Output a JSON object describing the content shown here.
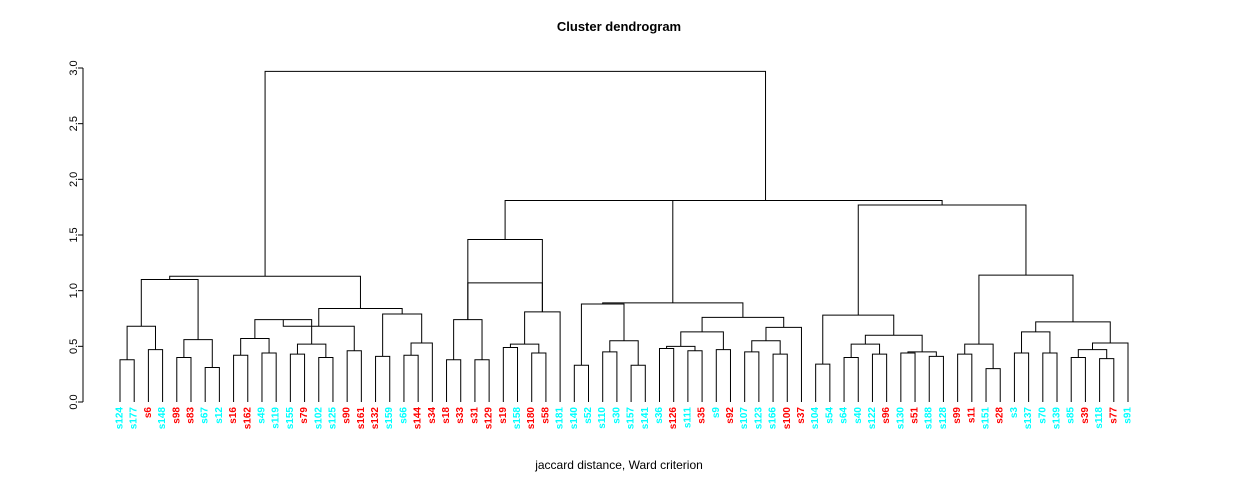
{
  "chart_data": {
    "type": "tree",
    "title": "Cluster dendrogram",
    "xlabel": "jaccard distance, Ward criterion",
    "ylabel": "",
    "ylim": [
      0,
      3.0
    ],
    "yticks": [
      0.0,
      0.5,
      1.0,
      1.5,
      2.0,
      2.5,
      3.0
    ],
    "ytick_labels": [
      "0.0",
      "0.5",
      "1.0",
      "1.5",
      "2.0",
      "2.5",
      "3.0"
    ],
    "grid": false,
    "legend": null,
    "label_colors": {
      "group_a": "#00FFFF",
      "group_b": "#FF0000"
    },
    "leaves": [
      {
        "label": "s124",
        "color": "#00FFFF"
      },
      {
        "label": "s177",
        "color": "#00FFFF"
      },
      {
        "label": "s6",
        "color": "#FF0000"
      },
      {
        "label": "s148",
        "color": "#00FFFF"
      },
      {
        "label": "s98",
        "color": "#FF0000"
      },
      {
        "label": "s83",
        "color": "#FF0000"
      },
      {
        "label": "s67",
        "color": "#00FFFF"
      },
      {
        "label": "s12",
        "color": "#00FFFF"
      },
      {
        "label": "s16",
        "color": "#FF0000"
      },
      {
        "label": "s162",
        "color": "#FF0000"
      },
      {
        "label": "s49",
        "color": "#00FFFF"
      },
      {
        "label": "s119",
        "color": "#00FFFF"
      },
      {
        "label": "s155",
        "color": "#00FFFF"
      },
      {
        "label": "s79",
        "color": "#FF0000"
      },
      {
        "label": "s102",
        "color": "#00FFFF"
      },
      {
        "label": "s125",
        "color": "#00FFFF"
      },
      {
        "label": "s90",
        "color": "#FF0000"
      },
      {
        "label": "s161",
        "color": "#FF0000"
      },
      {
        "label": "s132",
        "color": "#FF0000"
      },
      {
        "label": "s159",
        "color": "#00FFFF"
      },
      {
        "label": "s66",
        "color": "#00FFFF"
      },
      {
        "label": "s144",
        "color": "#FF0000"
      },
      {
        "label": "s34",
        "color": "#FF0000"
      },
      {
        "label": "s18",
        "color": "#FF0000"
      },
      {
        "label": "s33",
        "color": "#FF0000"
      },
      {
        "label": "s31",
        "color": "#FF0000"
      },
      {
        "label": "s129",
        "color": "#FF0000"
      },
      {
        "label": "s19",
        "color": "#FF0000"
      },
      {
        "label": "s158",
        "color": "#00FFFF"
      },
      {
        "label": "s180",
        "color": "#FF0000"
      },
      {
        "label": "s58",
        "color": "#FF0000"
      },
      {
        "label": "s181",
        "color": "#00FFFF"
      },
      {
        "label": "s140",
        "color": "#00FFFF"
      },
      {
        "label": "s52",
        "color": "#00FFFF"
      },
      {
        "label": "s110",
        "color": "#00FFFF"
      },
      {
        "label": "s30",
        "color": "#00FFFF"
      },
      {
        "label": "s157",
        "color": "#00FFFF"
      },
      {
        "label": "s141",
        "color": "#00FFFF"
      },
      {
        "label": "s36",
        "color": "#00FFFF"
      },
      {
        "label": "s126",
        "color": "#FF0000"
      },
      {
        "label": "s111",
        "color": "#00FFFF"
      },
      {
        "label": "s35",
        "color": "#FF0000"
      },
      {
        "label": "s9",
        "color": "#00FFFF"
      },
      {
        "label": "s92",
        "color": "#FF0000"
      },
      {
        "label": "s107",
        "color": "#00FFFF"
      },
      {
        "label": "s123",
        "color": "#00FFFF"
      },
      {
        "label": "s166",
        "color": "#00FFFF"
      },
      {
        "label": "s100",
        "color": "#FF0000"
      },
      {
        "label": "s37",
        "color": "#FF0000"
      },
      {
        "label": "s104",
        "color": "#00FFFF"
      },
      {
        "label": "s54",
        "color": "#00FFFF"
      },
      {
        "label": "s64",
        "color": "#00FFFF"
      },
      {
        "label": "s40",
        "color": "#00FFFF"
      },
      {
        "label": "s122",
        "color": "#00FFFF"
      },
      {
        "label": "s96",
        "color": "#FF0000"
      },
      {
        "label": "s130",
        "color": "#00FFFF"
      },
      {
        "label": "s51",
        "color": "#FF0000"
      },
      {
        "label": "s188",
        "color": "#00FFFF"
      },
      {
        "label": "s128",
        "color": "#00FFFF"
      },
      {
        "label": "s99",
        "color": "#FF0000"
      },
      {
        "label": "s11",
        "color": "#FF0000"
      },
      {
        "label": "s151",
        "color": "#00FFFF"
      },
      {
        "label": "s28",
        "color": "#FF0000"
      },
      {
        "label": "s3",
        "color": "#00FFFF"
      },
      {
        "label": "s137",
        "color": "#00FFFF"
      },
      {
        "label": "s70",
        "color": "#00FFFF"
      },
      {
        "label": "s139",
        "color": "#00FFFF"
      },
      {
        "label": "s85",
        "color": "#00FFFF"
      },
      {
        "label": "s39",
        "color": "#FF0000"
      },
      {
        "label": "s118",
        "color": "#00FFFF"
      },
      {
        "label": "s77",
        "color": "#FF0000"
      },
      {
        "label": "s91",
        "color": "#00FFFF"
      }
    ],
    "merges": [
      {
        "id": "m1",
        "left": {
          "leaf": 0
        },
        "right": {
          "leaf": 1
        },
        "height": 0.38
      },
      {
        "id": "m2",
        "left": {
          "leaf": 2
        },
        "right": {
          "leaf": 3
        },
        "height": 0.47
      },
      {
        "id": "m3",
        "left": {
          "node": "m1"
        },
        "right": {
          "node": "m2"
        },
        "height": 0.68
      },
      {
        "id": "m4",
        "left": {
          "leaf": 4
        },
        "right": {
          "leaf": 5
        },
        "height": 0.4
      },
      {
        "id": "m5",
        "left": {
          "leaf": 6
        },
        "right": {
          "leaf": 7
        },
        "height": 0.31
      },
      {
        "id": "m6",
        "left": {
          "node": "m4"
        },
        "right": {
          "node": "m5"
        },
        "height": 0.56
      },
      {
        "id": "m7",
        "left": {
          "node": "m3"
        },
        "right": {
          "node": "m6"
        },
        "height": 1.1
      },
      {
        "id": "m8",
        "left": {
          "leaf": 8
        },
        "right": {
          "leaf": 9
        },
        "height": 0.42
      },
      {
        "id": "m9",
        "left": {
          "leaf": 10
        },
        "right": {
          "leaf": 11
        },
        "height": 0.44
      },
      {
        "id": "m10",
        "left": {
          "node": "m8"
        },
        "right": {
          "node": "m9"
        },
        "height": 0.57
      },
      {
        "id": "m11",
        "left": {
          "leaf": 12
        },
        "right": {
          "leaf": 13
        },
        "height": 0.43
      },
      {
        "id": "m12",
        "left": {
          "leaf": 14
        },
        "right": {
          "leaf": 15
        },
        "height": 0.4
      },
      {
        "id": "m13",
        "left": {
          "node": "m11"
        },
        "right": {
          "node": "m12"
        },
        "height": 0.52
      },
      {
        "id": "m14",
        "left": {
          "node": "m10"
        },
        "right": {
          "node": "m13"
        },
        "height": 0.74
      },
      {
        "id": "m15",
        "left": {
          "leaf": 16
        },
        "right": {
          "leaf": 17
        },
        "height": 0.46
      },
      {
        "id": "m16",
        "left": {
          "node": "m14"
        },
        "right": {
          "node": "m15"
        },
        "height": 0.68
      },
      {
        "id": "m17",
        "left": {
          "leaf": 18
        },
        "right": {
          "leaf": 19
        },
        "height": 0.41
      },
      {
        "id": "m18",
        "left": {
          "leaf": 20
        },
        "right": {
          "leaf": 21
        },
        "height": 0.42
      },
      {
        "id": "m19",
        "left": {
          "leaf": 22
        },
        "right": {
          "node": "m18"
        },
        "height": 0.53
      },
      {
        "id": "m20",
        "left": {
          "node": "m17"
        },
        "right": {
          "node": "m19"
        },
        "height": 0.79
      },
      {
        "id": "m21",
        "left": {
          "node": "m16"
        },
        "right": {
          "node": "m20"
        },
        "height": 0.84
      },
      {
        "id": "m22",
        "left": {
          "node": "m7"
        },
        "right": {
          "node": "m21"
        },
        "height": 1.13
      },
      {
        "id": "m23",
        "left": {
          "leaf": 23
        },
        "right": {
          "leaf": 24
        },
        "height": 0.38
      },
      {
        "id": "m24",
        "left": {
          "leaf": 25
        },
        "right": {
          "leaf": 26
        },
        "height": 0.38
      },
      {
        "id": "m25",
        "left": {
          "node": "m23"
        },
        "right": {
          "node": "m24"
        },
        "height": 0.74
      },
      {
        "id": "m26",
        "left": {
          "leaf": 27
        },
        "right": {
          "leaf": 28
        },
        "height": 0.49
      },
      {
        "id": "m27",
        "left": {
          "leaf": 29
        },
        "right": {
          "leaf": 30
        },
        "height": 0.44
      },
      {
        "id": "m28",
        "left": {
          "node": "m26"
        },
        "right": {
          "node": "m27"
        },
        "height": 0.52
      },
      {
        "id": "m29",
        "left": {
          "node": "m28"
        },
        "right": {
          "leaf": 31
        },
        "height": 0.81
      },
      {
        "id": "m30",
        "left": {
          "node": "m29"
        },
        "right": {
          "node": "m25"
        },
        "height": 1.07
      },
      {
        "id": "m31",
        "left": {
          "node": "m25"
        },
        "right": {
          "node": "m29"
        },
        "height": 1.46
      },
      {
        "id": "m32",
        "left": {
          "leaf": 32
        },
        "right": {
          "leaf": 33
        },
        "height": 0.33
      },
      {
        "id": "m33",
        "left": {
          "leaf": 34
        },
        "right": {
          "leaf": 35
        },
        "height": 0.45
      },
      {
        "id": "m34",
        "left": {
          "leaf": 36
        },
        "right": {
          "leaf": 37
        },
        "height": 0.33
      },
      {
        "id": "m35",
        "left": {
          "node": "m33"
        },
        "right": {
          "node": "m34"
        },
        "height": 0.55
      },
      {
        "id": "m36",
        "left": {
          "node": "m32"
        },
        "right": {
          "node": "m35"
        },
        "height": 0.88
      },
      {
        "id": "m37",
        "left": {
          "leaf": 38
        },
        "right": {
          "leaf": 39
        },
        "height": 0.48
      },
      {
        "id": "m38",
        "left": {
          "leaf": 40
        },
        "right": {
          "leaf": 41
        },
        "height": 0.46
      },
      {
        "id": "m39",
        "left": {
          "node": "m37"
        },
        "right": {
          "node": "m38"
        },
        "height": 0.5
      },
      {
        "id": "m40",
        "left": {
          "leaf": 42
        },
        "right": {
          "leaf": 43
        },
        "height": 0.47
      },
      {
        "id": "m41",
        "left": {
          "node": "m39"
        },
        "right": {
          "node": "m40"
        },
        "height": 0.63
      },
      {
        "id": "m42",
        "left": {
          "leaf": 44
        },
        "right": {
          "leaf": 45
        },
        "height": 0.45
      },
      {
        "id": "m43",
        "left": {
          "leaf": 46
        },
        "right": {
          "leaf": 47
        },
        "height": 0.43
      },
      {
        "id": "m44",
        "left": {
          "node": "m42"
        },
        "right": {
          "node": "m43"
        },
        "height": 0.55
      },
      {
        "id": "m45",
        "left": {
          "node": "m44"
        },
        "right": {
          "leaf": 48
        },
        "height": 0.67
      },
      {
        "id": "m46",
        "left": {
          "node": "m41"
        },
        "right": {
          "node": "m45"
        },
        "height": 0.76
      },
      {
        "id": "m47",
        "left": {
          "node": "m36"
        },
        "right": {
          "node": "m46"
        },
        "height": 0.89
      },
      {
        "id": "m48",
        "left": {
          "node": "m31"
        },
        "right": {
          "node": "m47"
        },
        "height": 1.81
      },
      {
        "id": "m49",
        "left": {
          "leaf": 49
        },
        "right": {
          "leaf": 50
        },
        "height": 0.34
      },
      {
        "id": "m50",
        "left": {
          "leaf": 51
        },
        "right": {
          "leaf": 52
        },
        "height": 0.4
      },
      {
        "id": "m51",
        "left": {
          "leaf": 53
        },
        "right": {
          "leaf": 54
        },
        "height": 0.43
      },
      {
        "id": "m52",
        "left": {
          "node": "m50"
        },
        "right": {
          "node": "m51"
        },
        "height": 0.52
      },
      {
        "id": "m53",
        "left": {
          "leaf": 55
        },
        "right": {
          "leaf": 56
        },
        "height": 0.44
      },
      {
        "id": "m54",
        "left": {
          "leaf": 57
        },
        "right": {
          "leaf": 58
        },
        "height": 0.41
      },
      {
        "id": "m55",
        "left": {
          "node": "m53"
        },
        "right": {
          "node": "m54"
        },
        "height": 0.45
      },
      {
        "id": "m56",
        "left": {
          "node": "m52"
        },
        "right": {
          "node": "m55"
        },
        "height": 0.6
      },
      {
        "id": "m57",
        "left": {
          "node": "m49"
        },
        "right": {
          "node": "m56"
        },
        "height": 0.78
      },
      {
        "id": "m58",
        "left": {
          "leaf": 59
        },
        "right": {
          "leaf": 60
        },
        "height": 0.43
      },
      {
        "id": "m59",
        "left": {
          "leaf": 61
        },
        "right": {
          "leaf": 62
        },
        "height": 0.3
      },
      {
        "id": "m60",
        "left": {
          "node": "m58"
        },
        "right": {
          "node": "m59"
        },
        "height": 0.52
      },
      {
        "id": "m61",
        "left": {
          "leaf": 63
        },
        "right": {
          "leaf": 64
        },
        "height": 0.44
      },
      {
        "id": "m62",
        "left": {
          "leaf": 65
        },
        "right": {
          "leaf": 66
        },
        "height": 0.44
      },
      {
        "id": "m63",
        "left": {
          "node": "m61"
        },
        "right": {
          "node": "m62"
        },
        "height": 0.63
      },
      {
        "id": "m64",
        "left": {
          "leaf": 67
        },
        "right": {
          "leaf": 68
        },
        "height": 0.4
      },
      {
        "id": "m65",
        "left": {
          "leaf": 69
        },
        "right": {
          "leaf": 70
        },
        "height": 0.39
      },
      {
        "id": "m66",
        "left": {
          "node": "m64"
        },
        "right": {
          "node": "m65"
        },
        "height": 0.47
      },
      {
        "id": "m67",
        "left": {
          "node": "m66"
        },
        "right": {
          "leaf": 71
        },
        "height": 0.53
      },
      {
        "id": "m68",
        "left": {
          "node": "m63"
        },
        "right": {
          "node": "m67"
        },
        "height": 0.72
      },
      {
        "id": "m69",
        "left": {
          "node": "m60"
        },
        "right": {
          "node": "m68"
        },
        "height": 1.14
      },
      {
        "id": "m70",
        "left": {
          "node": "m57"
        },
        "right": {
          "node": "m69"
        },
        "height": 1.77
      },
      {
        "id": "m71",
        "left": {
          "node": "m48"
        },
        "right": {
          "node": "m70"
        },
        "height": 1.81
      },
      {
        "id": "m72",
        "left": {
          "node": "m22"
        },
        "right": {
          "node": "m71"
        },
        "height": 2.97
      }
    ]
  }
}
